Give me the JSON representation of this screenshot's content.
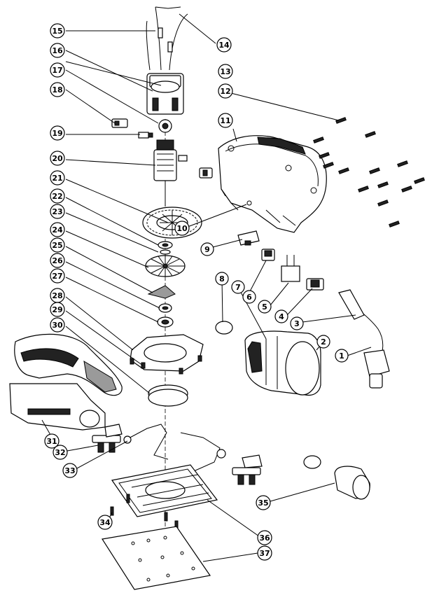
{
  "callouts": [
    {
      "n": "1"
    },
    {
      "n": "2"
    },
    {
      "n": "3"
    },
    {
      "n": "4"
    },
    {
      "n": "5"
    },
    {
      "n": "6"
    },
    {
      "n": "7"
    },
    {
      "n": "8"
    },
    {
      "n": "9"
    },
    {
      "n": "10"
    },
    {
      "n": "11"
    },
    {
      "n": "12"
    },
    {
      "n": "13"
    },
    {
      "n": "14"
    },
    {
      "n": "15"
    },
    {
      "n": "16"
    },
    {
      "n": "17"
    },
    {
      "n": "18"
    },
    {
      "n": "19"
    },
    {
      "n": "20"
    },
    {
      "n": "21"
    },
    {
      "n": "22"
    },
    {
      "n": "23"
    },
    {
      "n": "24"
    },
    {
      "n": "25"
    },
    {
      "n": "26"
    },
    {
      "n": "27"
    },
    {
      "n": "28"
    },
    {
      "n": "29"
    },
    {
      "n": "30"
    },
    {
      "n": "31"
    },
    {
      "n": "32"
    },
    {
      "n": "33"
    },
    {
      "n": "34"
    },
    {
      "n": "35"
    },
    {
      "n": "36"
    },
    {
      "n": "37"
    }
  ]
}
